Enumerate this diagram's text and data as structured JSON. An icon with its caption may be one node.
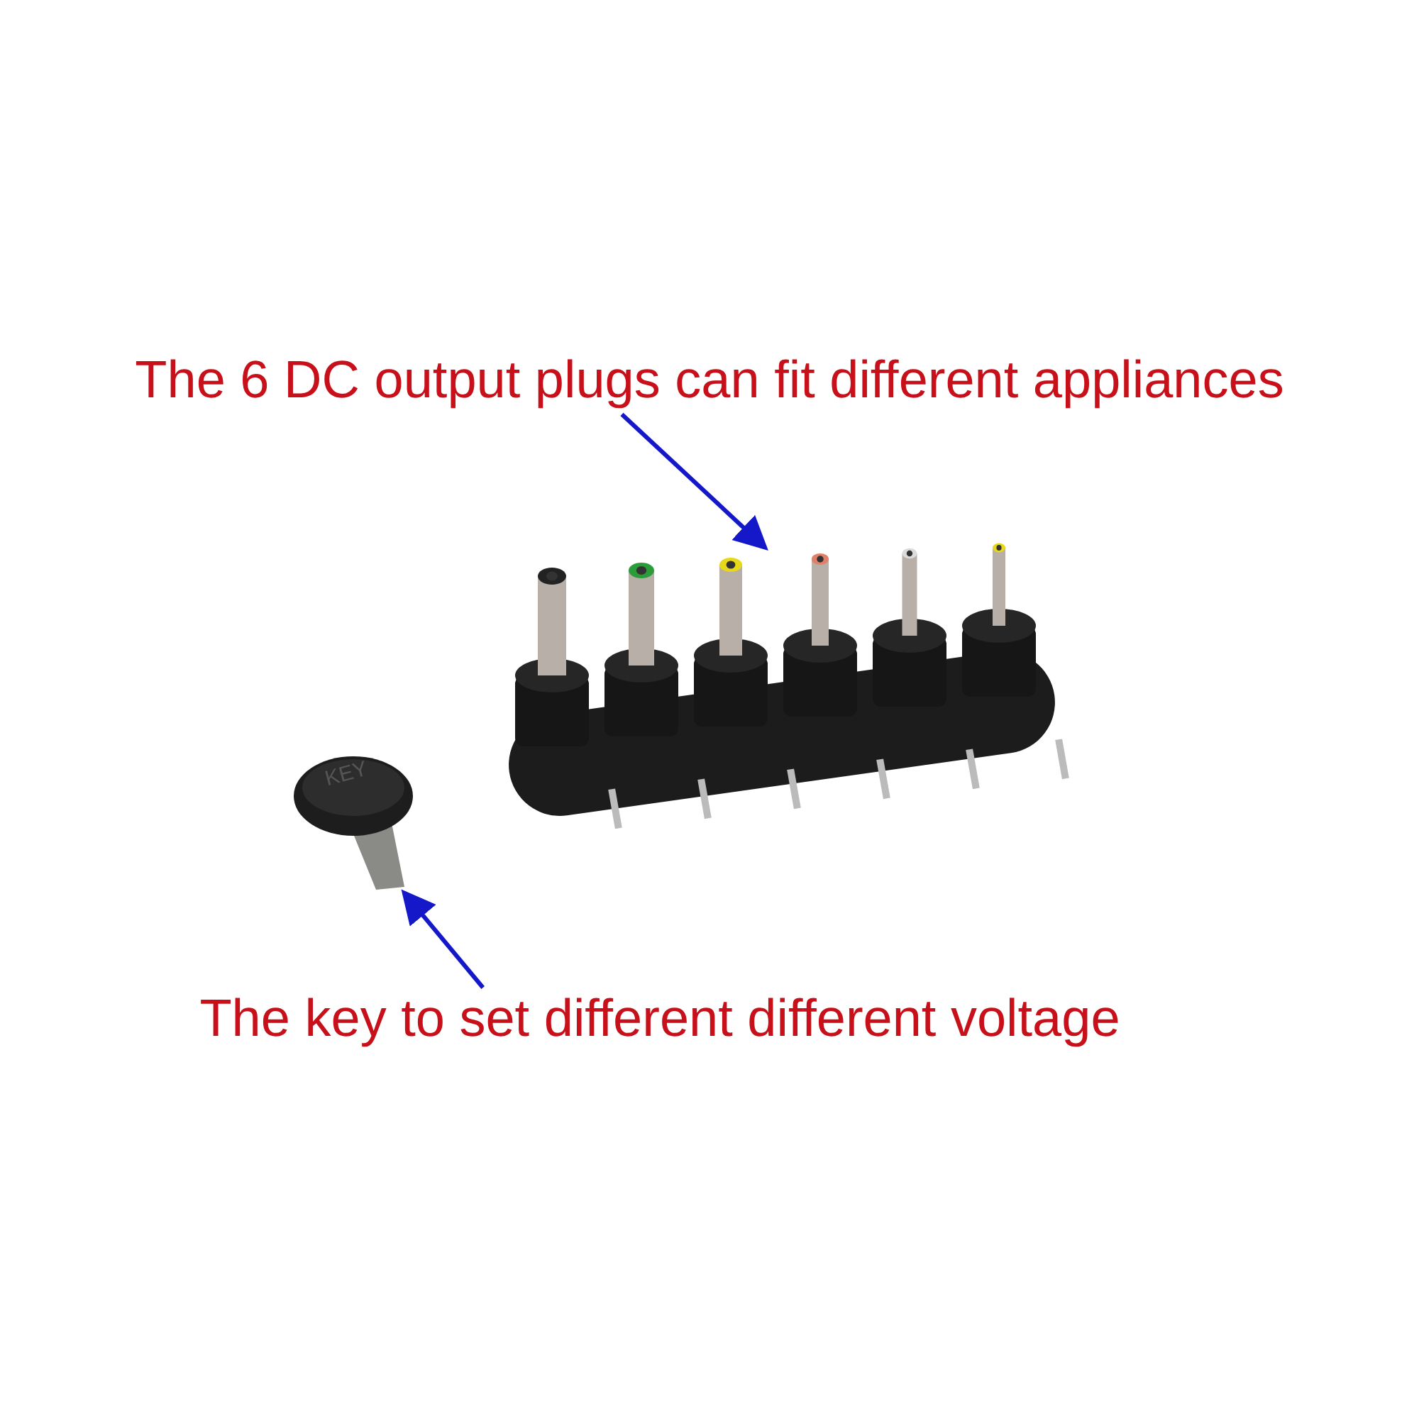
{
  "diagram": {
    "nodes": [
      {
        "text": [
          "The 6 DC output plugs can fit different appliances"
        ]
      },
      {
        "text": [],
        "shape": "picture"
      },
      {
        "text": [],
        "shape": "picture"
      },
      {
        "text": [
          "The key to set different different voltage"
        ]
      }
    ],
    "edges": [
      {
        "from": 0,
        "to": 1,
        "arrow": "to"
      },
      {
        "from": 3,
        "to": 2,
        "arrow": "to"
      }
    ],
    "labels": [
      "KEY"
    ]
  }
}
